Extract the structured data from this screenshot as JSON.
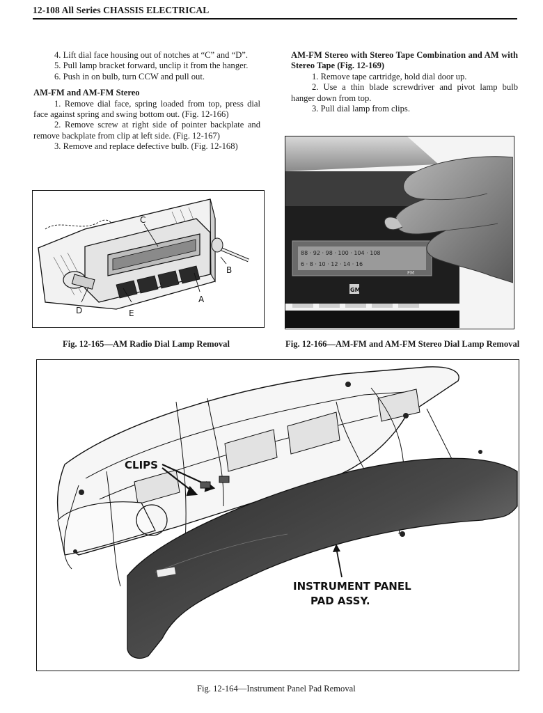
{
  "header": {
    "text": "12-108  All Series CHASSIS ELECTRICAL"
  },
  "left_column": {
    "steps_a": [
      "4. Lift dial face housing out of notches at “C” and “D”.",
      "5. Pull lamp bracket forward, unclip it from the hanger.",
      "6. Push in on bulb, turn CCW and pull out."
    ],
    "section_title": "AM-FM and AM-FM Stereo",
    "steps_b": [
      "1. Remove dial face, spring loaded from top, press dial face against spring and swing bottom out. (Fig. 12-166)",
      "2. Remove screw at right side of pointer backplate and remove backplate from clip at left side. (Fig. 12-167)",
      "3. Remove and replace defective bulb. (Fig. 12-168)"
    ]
  },
  "right_column": {
    "section_title": "AM-FM Stereo with Stereo Tape Combination and AM with Stereo Tape (Fig. 12-169)",
    "steps": [
      "1. Remove tape cartridge, hold dial door up.",
      "2. Use a thin blade screwdriver and pivot lamp bulb hanger down from top.",
      "3. Pull dial lamp from clips."
    ]
  },
  "figures": {
    "fig165": {
      "caption": "Fig. 12-165—AM Radio Dial Lamp Removal",
      "labels": {
        "c": "C",
        "b": "B",
        "a": "A",
        "d": "D",
        "e": "E"
      }
    },
    "fig166": {
      "caption": "Fig. 12-166—AM-FM and AM-FM Stereo Dial Lamp Removal",
      "dial_numbers_top": "88 · 92 · 98 · 100 · 104 · 108",
      "dial_numbers_bottom": "6 · 8 · 10 · 12 · 14 · 16",
      "dial_tag": "FM",
      "badge": "GM"
    },
    "fig164": {
      "caption": "Fig. 12-164—Instrument Panel Pad Removal",
      "clips_label": "CLIPS",
      "pad_label_line1": "INSTRUMENT PANEL",
      "pad_label_line2": "PAD ASSY."
    }
  },
  "colors": {
    "ink": "#111111",
    "paper": "#ffffff",
    "pad": "#3a3a3a",
    "panel": "#dcdcdc"
  }
}
